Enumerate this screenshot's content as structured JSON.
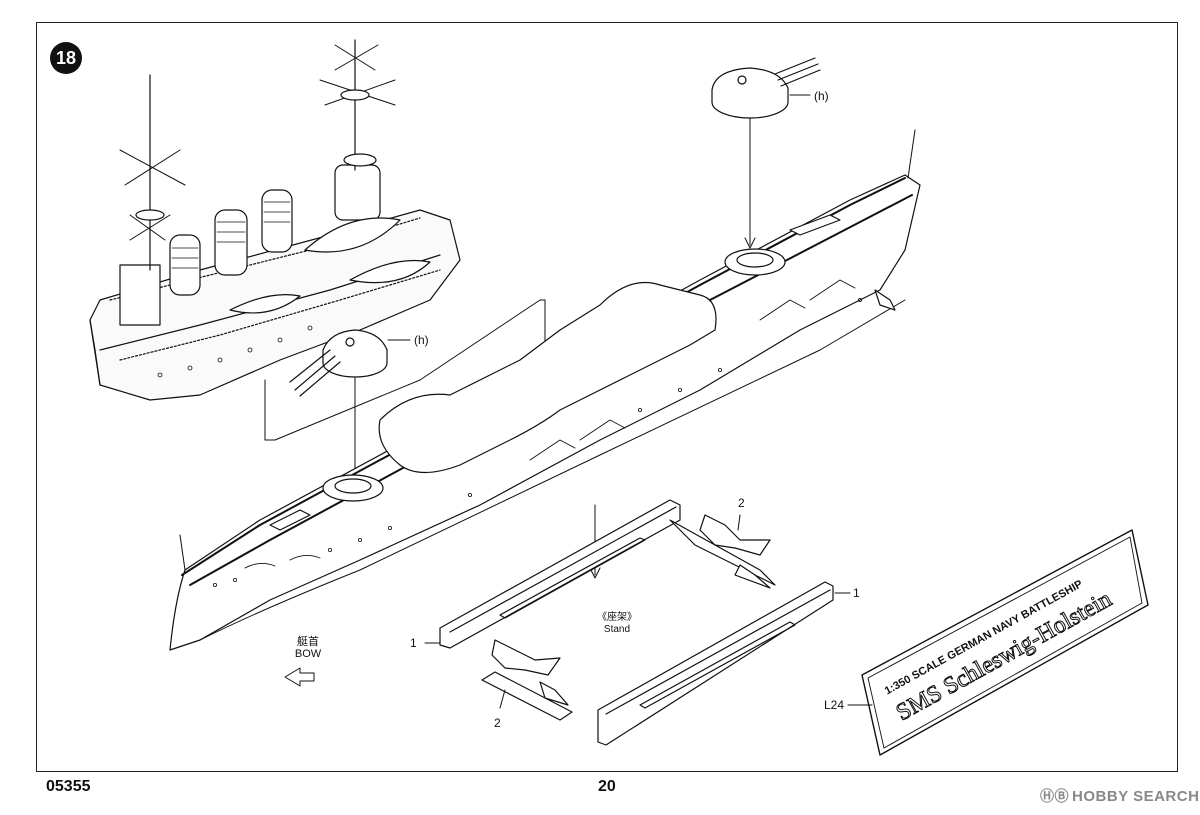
{
  "step": {
    "number": "18"
  },
  "labels": {
    "turret_label": "(h)",
    "bow_cn": "艇首",
    "bow_en": "BOW",
    "stand_cn": "《座架》",
    "stand_en": "Stand",
    "part_1": "1",
    "part_2": "2",
    "part_l24": "L24"
  },
  "nameplate": {
    "line1": "1:350 SCALE GERMAN NAVY BATTLESHIP",
    "line2": "SMS Schleswig-Holstein"
  },
  "footer": {
    "code": "05355",
    "page": "20"
  },
  "watermark": {
    "logo": "ⒽⒷ",
    "text": "HOBBY SEARCH"
  }
}
